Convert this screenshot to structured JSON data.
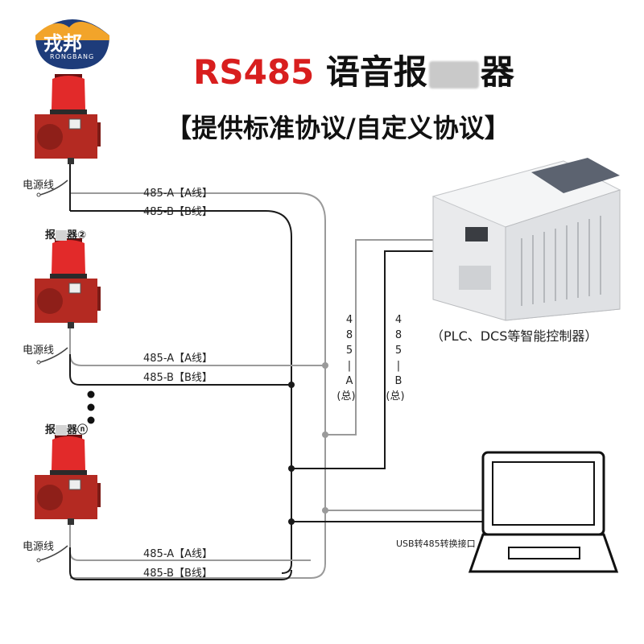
{
  "brand": {
    "name": "戎邦",
    "sub": "RONGBANG"
  },
  "title": {
    "part1": "RS485",
    "part2": "语音报",
    "part3": "器"
  },
  "subtitle": "【提供标准协议/自定义协议】",
  "power_label": "电源线",
  "alarms": [
    {
      "name_prefix": "",
      "name_suffix": ""
    },
    {
      "name_prefix": "报",
      "name_suffix": "器②"
    },
    {
      "name_prefix": "报",
      "name_suffix": "器ⓝ"
    }
  ],
  "wires": {
    "a_label": "485-A【A线】",
    "b_label": "485-B【B线】"
  },
  "bus": {
    "a_chars": [
      "4",
      "8",
      "5",
      "|",
      "A",
      "(总)"
    ],
    "b_chars": [
      "4",
      "8",
      "5",
      "|",
      "B",
      "(总)"
    ]
  },
  "plc_caption": "（PLC、DCS等智能控制器）",
  "usb_label": "USB转485转换接口",
  "colors": {
    "accent_red": "#d81e1e",
    "wire_a": "#9a9a9a",
    "wire_b": "#1a1a1a",
    "siren_body": "#b42a22"
  }
}
